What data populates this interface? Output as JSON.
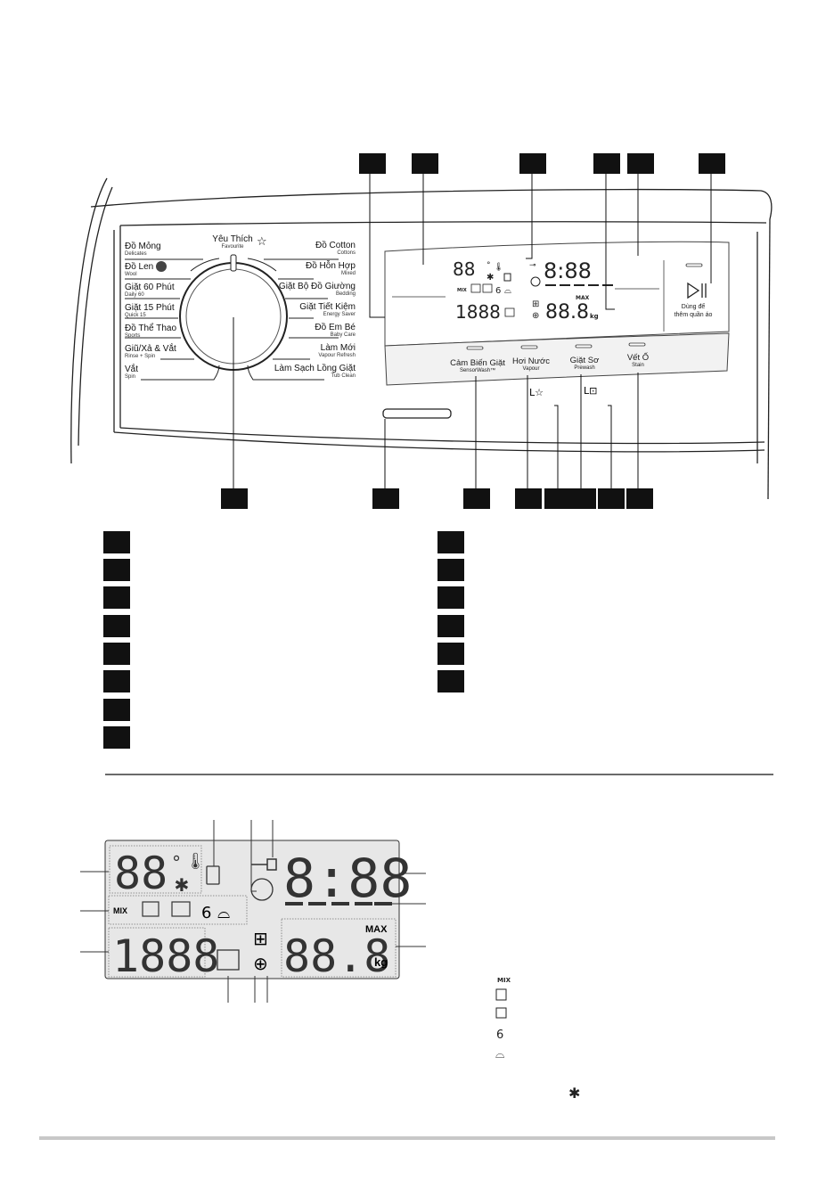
{
  "panel": {
    "favourite": {
      "vn": "Yêu Thích",
      "en": "Favourite"
    },
    "programs_left": [
      {
        "vn": "Đồ Mỏng",
        "en": "Delicates"
      },
      {
        "vn": "Đồ Len",
        "en": "Wool"
      },
      {
        "vn": "Giặt 60 Phút",
        "en": "Daily 60"
      },
      {
        "vn": "Giặt 15 Phút",
        "en": "Quick 15"
      },
      {
        "vn": "Đồ Thể Thao",
        "en": "Sports"
      },
      {
        "vn": "Giũ/Xả & Vắt",
        "en": "Rinse + Spin"
      },
      {
        "vn": "Vắt",
        "en": "Spin"
      }
    ],
    "programs_right": [
      {
        "vn": "Đồ Cotton",
        "en": "Cottons"
      },
      {
        "vn": "Đồ Hỗn Hợp",
        "en": "Mixed"
      },
      {
        "vn": "Giặt Bộ Đồ Giường",
        "en": "Bedding"
      },
      {
        "vn": "Giặt Tiết Kiệm",
        "en": "Energy Saver"
      },
      {
        "vn": "Đồ Em Bé",
        "en": "Baby Care"
      },
      {
        "vn": "Làm Mới",
        "en": "Vapour Refresh"
      },
      {
        "vn": "Làm Sạch Lồng Giặt",
        "en": "Tub Clean"
      }
    ],
    "buttons": [
      {
        "vn": "Cảm Biến Giặt",
        "en": "SensorWash™"
      },
      {
        "vn": "Hơi Nước",
        "en": "Vapour"
      },
      {
        "vn": "Giặt Sơ",
        "en": "Prewash"
      },
      {
        "vn": "Vết Ố",
        "en": "Stain"
      }
    ],
    "add_garment": {
      "line1": "Dùng để",
      "line2": "thêm quần áo"
    },
    "display_small": {
      "temp": "88",
      "time": "8:88",
      "spin": "1888",
      "weight": "88.8",
      "max": "MAX",
      "kg": "kg",
      "mix": "MIX"
    }
  },
  "display_large": {
    "temp": "88",
    "time": "8:88",
    "spin": "1888",
    "weight": "88.8",
    "max": "MAX",
    "kg": "kg",
    "mix": "MIX"
  },
  "icons": [
    "program-dial",
    "star-icon",
    "wool-icon",
    "thermometer-icon",
    "snowflake-icon",
    "door-lock-icon",
    "key-icon",
    "clock-icon",
    "mix-rinse-icon",
    "rinse-icon",
    "hold-icon",
    "spin-icon",
    "steam-icon",
    "shirt-icon",
    "add-garment-icon",
    "tank-icon",
    "start-pause-icon"
  ],
  "colors": {
    "callout": "#111111",
    "panel_line": "#333333",
    "display_fill": "#e7e7e7",
    "rule": "#c8c8c8"
  }
}
